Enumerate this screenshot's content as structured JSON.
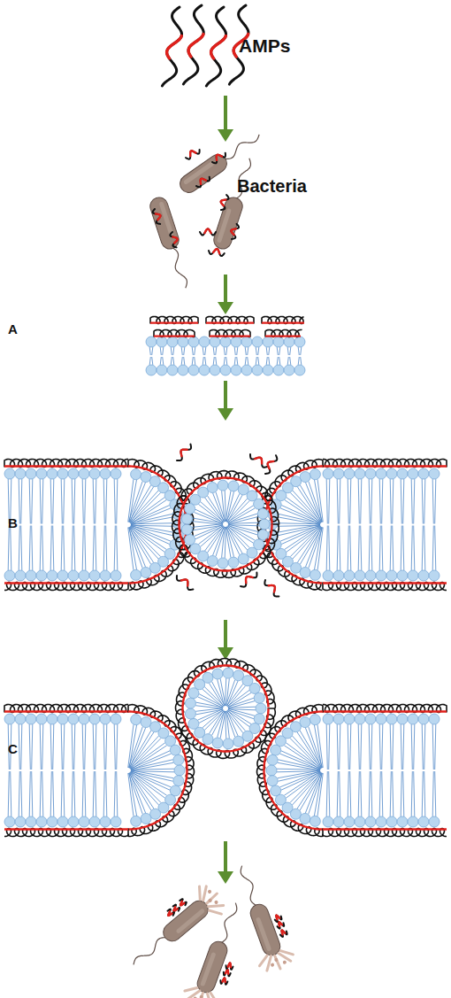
{
  "diagram": {
    "labels": [
      "AMPs",
      "Bacteria",
      "A",
      "B",
      "C"
    ]
  }
}
